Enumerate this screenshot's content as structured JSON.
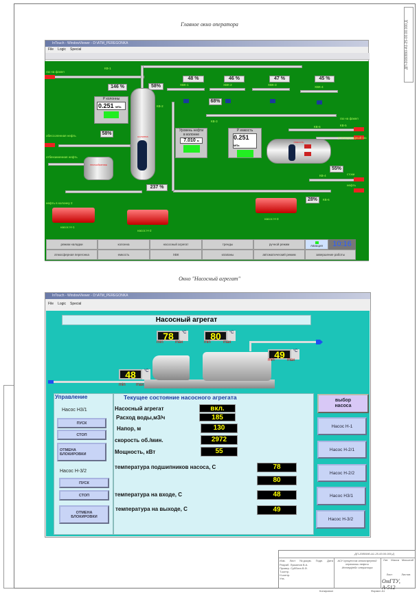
{
  "sheet": {
    "code": "ДП-2080990-А1-25-00.00.000.Д",
    "stamp_code": "ДП-2080990-А1-25-00.00.000.Д",
    "title_1": "АСУ процессом атмосферной",
    "title_2": "перегонки нефти",
    "title_3": "Интерфейс оператора",
    "org": "ОмГТУ, А-512",
    "sheet_label": "Лист",
    "sheets_label": "Листов",
    "lit_label": "Лит.",
    "mass_label": "Масса",
    "scale_label": "Масштаб",
    "copied": "Копировал",
    "format": "Формат А1",
    "roles": [
      "Изм.",
      "Лист",
      "№ докум.",
      "Подп.",
      "Дата"
    ],
    "people": [
      "Разраб.",
      "Провер.",
      "Т.контр.",
      "Н.контр.",
      "Утв."
    ],
    "names": [
      "Лукьянов В.А.",
      "Суббота В.Ф."
    ]
  },
  "caption_main": "Главное окно оператора",
  "caption_pump": "Окно \"Насосный агрегат\"",
  "main_window": {
    "title": "InTouch - WindowViewer - D:\\ATM_PEREGONKA",
    "menu": [
      "File",
      "Logic",
      "Special"
    ],
    "pcts": {
      "fakel": "146",
      "valve_col": "58%",
      "hvk1": "48",
      "hvk2": "46",
      "hvk3": "47",
      "hvk4": "45",
      "kv3": "68%",
      "feed": "58%",
      "bottom": "237",
      "kv4": "55%",
      "kv5": "28%"
    },
    "pct_unit": "%",
    "hvk": [
      "ХВК-1",
      "ХВК-2",
      "ХВК-3",
      "ХВК-4"
    ],
    "valves": {
      "kv1": "КВ-1",
      "kv2": "КВ-2",
      "kv3": "КВ-3",
      "kv4": "КВ-4",
      "kv5": "КВ-5",
      "kv6": "КВ-6",
      "kv_e": "КВ-6"
    },
    "lines": {
      "gas_flare": "газ на факел",
      "gas_flare2": "газ на факел",
      "hc_gas": "углеводородный газ",
      "desalted": "обессоленная нефть",
      "topped": "отбензиненная нефть",
      "to_col2": "нефть в колонну 2",
      "drain": "стоки",
      "oil": "нефть"
    },
    "p_col": {
      "label": "Р колонны",
      "value": "0.251",
      "unit": "МПа"
    },
    "level": {
      "label1": "Уровень нефти",
      "label2": "в колонне",
      "value": "7.010",
      "unit": "м"
    },
    "p_tank": {
      "label": "Р емкость",
      "value": "0.251",
      "unit": "МПа"
    },
    "column_label": "колонна",
    "tank_label": "емкость",
    "hx_label": "теплообменник",
    "pumps": [
      "насос Н-1",
      "насос Н-2",
      "насос Н-3"
    ],
    "buttons_row1": [
      "режим наладки",
      "колонна",
      "насосный агрегат",
      "тренды",
      "ручной режим"
    ],
    "buttons_row2": [
      "атмосферная перегонка",
      "емкость",
      "ХВК",
      "клапаны",
      "автоматический режим",
      "завершение работы"
    ],
    "alarm": "Авиация",
    "clock": "10:16"
  },
  "pump_window": {
    "title": "InTouch - WindowViewer - D:\\ATM_PEREGONKA",
    "menu": [
      "File",
      "Logic",
      "Special"
    ],
    "header": "Насосный агрегат",
    "temps": {
      "bearing1": "78",
      "bearing2": "80",
      "outlet": "49",
      "inlet": "48"
    },
    "deg": "°C",
    "min": "min",
    "max": "max",
    "control_title": "Управление",
    "state_title": "Текущее состояние насосного агрегата",
    "groups": [
      {
        "name": "Насос Н3/1",
        "start": "ПУСК",
        "stop": "СТОП",
        "unlock1": "ОТМЕНА",
        "unlock2": "БЛОКИРОВКИ"
      },
      {
        "name": "Насос Н-3/2",
        "start": "ПУСК",
        "stop": "СТОП",
        "unlock1": "ОТМЕНА",
        "unlock2": "БЛОКИРОВКИ"
      }
    ],
    "params": [
      {
        "label": "Насосный агрегат",
        "value": "вкл."
      },
      {
        "label": "Расход воды,м3/ч",
        "value": "185"
      },
      {
        "label": "Напор, м",
        "value": "130"
      },
      {
        "label": "скорость об./мин.",
        "value": "2972"
      },
      {
        "label": "Мощность, кВт",
        "value": "55"
      }
    ],
    "temp_rows": [
      {
        "label": "температура подшипников насоса, С",
        "value": "78"
      },
      {
        "label": "",
        "value": "80"
      },
      {
        "label": "температура на входе, С",
        "value": "48"
      },
      {
        "label": "температура на выходе, С",
        "value": "49"
      }
    ],
    "select_title1": "выбор",
    "select_title2": "насоса",
    "select": [
      "Насос Н-1",
      "Насос Н-2/1",
      "Насос Н-2/2",
      "Насос Н3/1",
      "Насос Н-3/2"
    ]
  }
}
